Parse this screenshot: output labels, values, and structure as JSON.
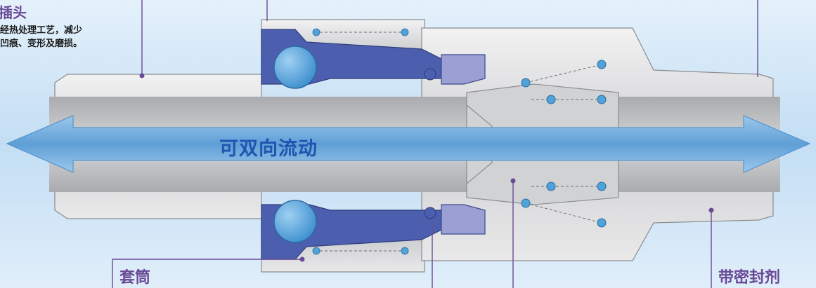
{
  "callouts": {
    "plug": {
      "title": "插头",
      "desc_line1": "经热处理工艺，减少",
      "desc_line2": "凹痕、变形及磨损。"
    },
    "sleeve": {
      "title": "套筒"
    },
    "sealant": {
      "title": "带密封剂"
    }
  },
  "flow_label": "可双向流动",
  "colors": {
    "background": "#cfe6f7",
    "body_steel": "#d7d8da",
    "bore_steel": "#b9bbbe",
    "blue_part": "#4c5fae",
    "lavender_part": "#9b9fd4",
    "ball": "#4fa3d8",
    "arrow": "#6ba9da",
    "leader": "#6a4a96"
  }
}
